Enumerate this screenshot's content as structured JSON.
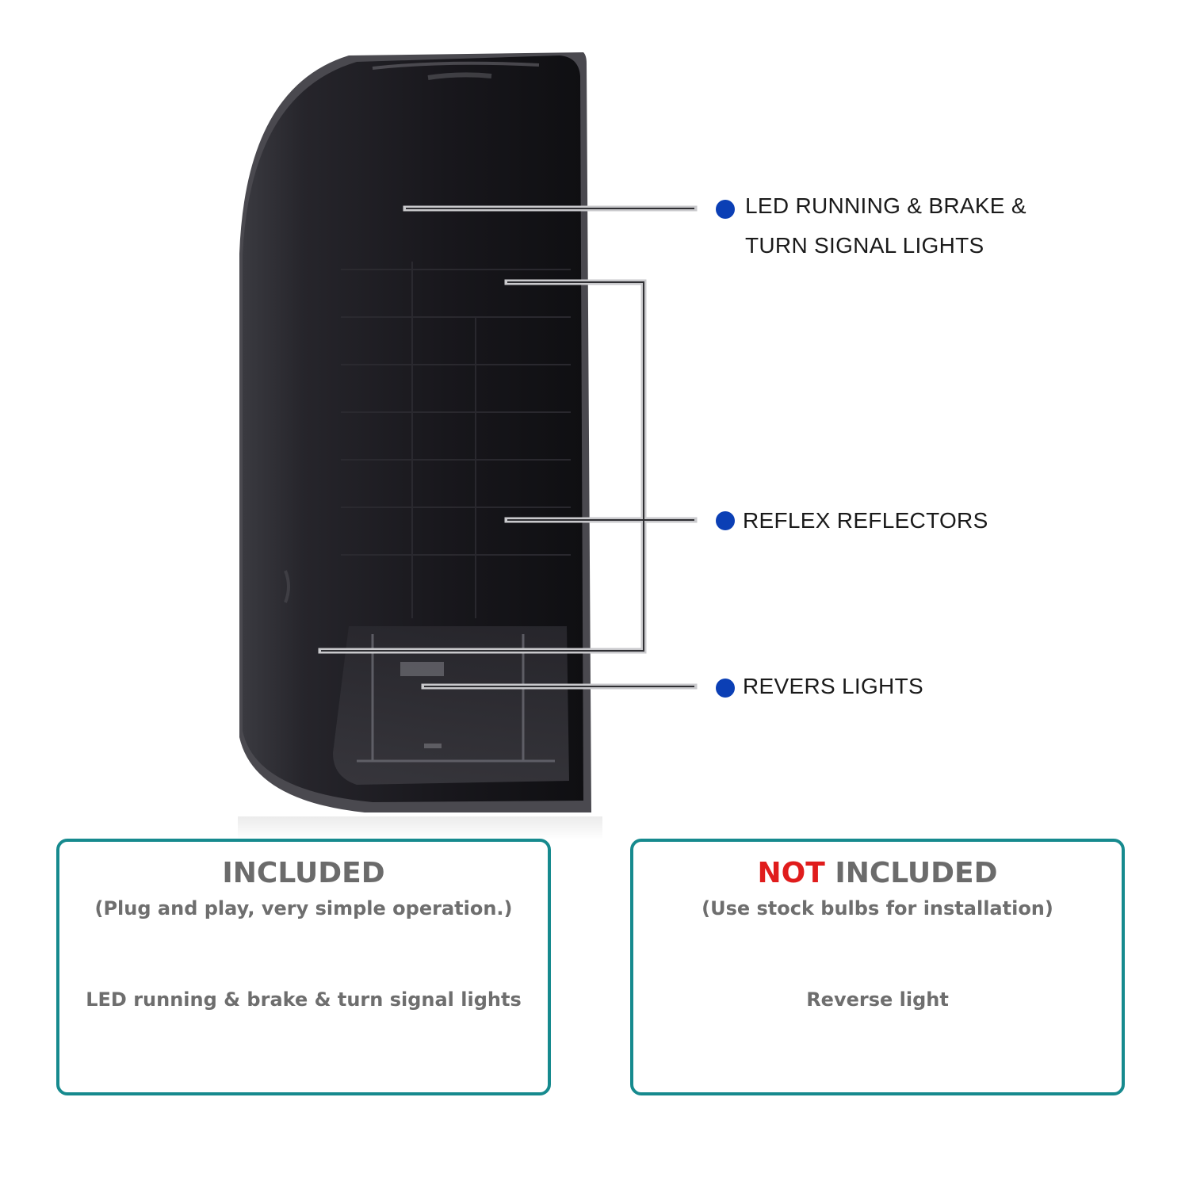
{
  "colors": {
    "dot": "#0b3fb5",
    "box_border": "#168a8e",
    "not_red": "#e01c1c",
    "box_text": "#6e6e6e",
    "lamp_body": "#1c1b21"
  },
  "callouts": [
    {
      "line1": "LED RUNNING & BRAKE &",
      "line2": "TURN SIGNAL LIGHTS"
    },
    {
      "line1": "REFLEX REFLECTORS"
    },
    {
      "line1": "REVERS LIGHTS"
    }
  ],
  "included_box": {
    "title": "INCLUDED",
    "subtitle": "(Plug and play, very simple operation.)",
    "item": "LED running & brake & turn signal lights"
  },
  "not_included_box": {
    "title_highlight": "NOT",
    "title_rest": "INCLUDED",
    "subtitle": "(Use stock bulbs for installation)",
    "item": "Reverse light"
  }
}
